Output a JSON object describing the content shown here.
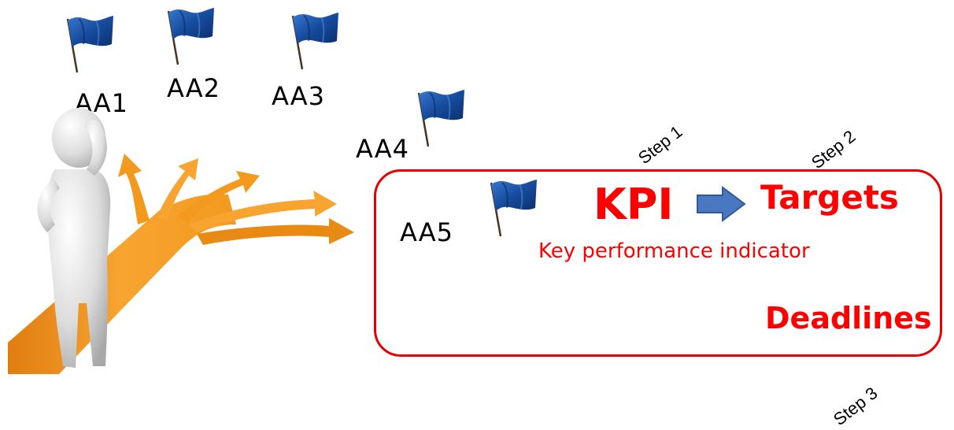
{
  "alternatives": [
    {
      "label": "AA1"
    },
    {
      "label": "AA2"
    },
    {
      "label": "AA3"
    },
    {
      "label": "AA4"
    },
    {
      "label": "AA5"
    }
  ],
  "steps": [
    "Step 1",
    "Step 2",
    "Step 3"
  ],
  "box": {
    "kpi": "KPI",
    "kpi_full": "Key performance indicator",
    "targets": "Targets",
    "deadlines": "Deadlines"
  },
  "colors": {
    "flag": "#1e4f9c",
    "path": "#f39a1e",
    "accent": "#ff0000",
    "arrow": "#4a78c0"
  },
  "icons": [
    "flag-icon",
    "thinking-person-figure",
    "branching-arrows-path",
    "right-arrow-icon"
  ]
}
